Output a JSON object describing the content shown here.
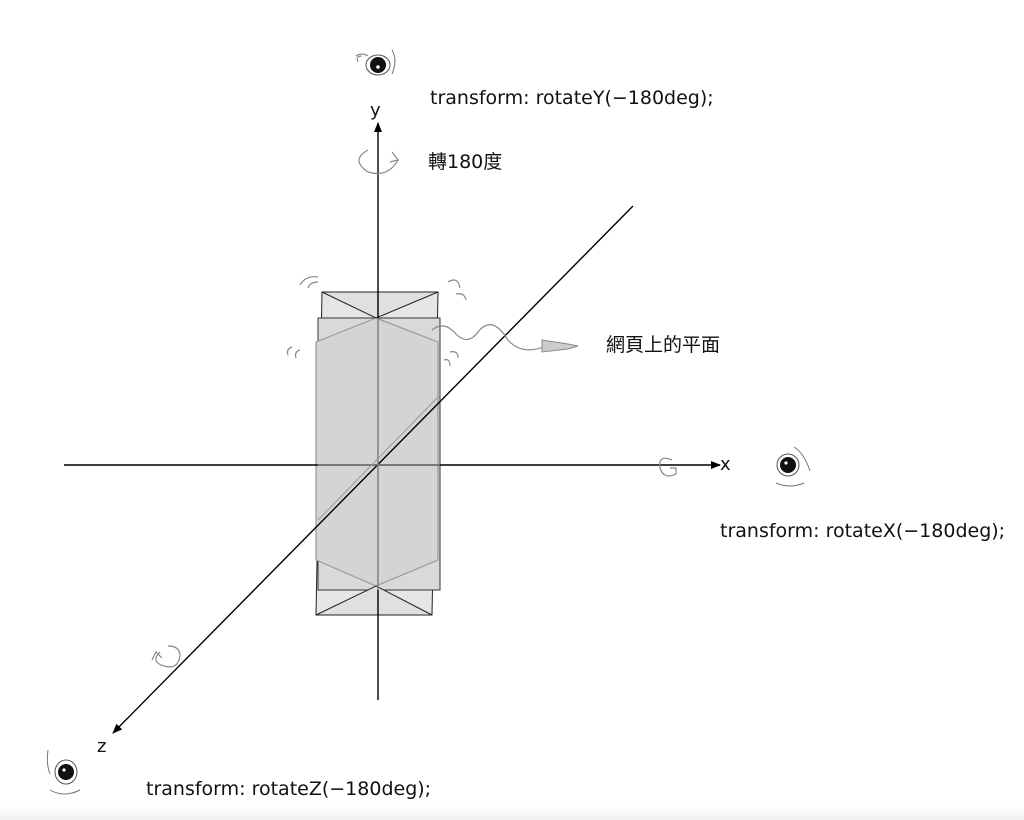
{
  "annotations": {
    "rotate_y": "transform: rotateY(−180deg);",
    "rotate_x": "transform: rotateX(−180deg);",
    "rotate_z": "transform: rotateZ(−180deg);",
    "turn_180": "轉180度",
    "web_plane": "網頁上的平面"
  },
  "axes": {
    "x": "x",
    "y": "y",
    "z": "z"
  },
  "icons": [
    "eye-icon",
    "rotation-arrow-icon",
    "pointer-arrow-icon"
  ]
}
